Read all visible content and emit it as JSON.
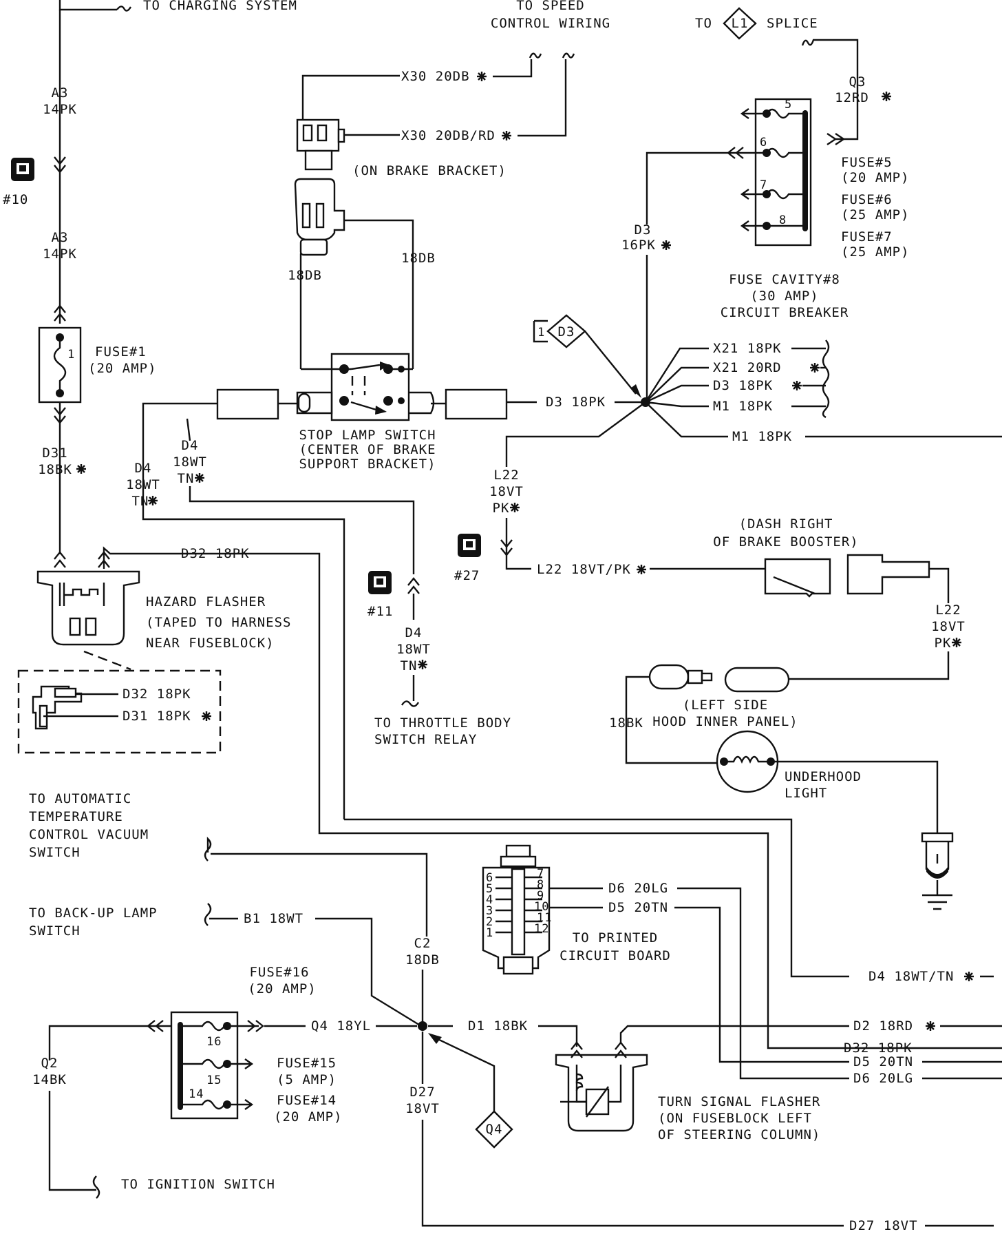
{
  "top": {
    "charging": "TO CHARGING SYSTEM",
    "speed_ctrl_1": "TO SPEED",
    "speed_ctrl_2": "CONTROL WIRING",
    "to_label": "TO",
    "l1_label": "L1",
    "splice_label": "SPLICE"
  },
  "left_column": {
    "a3_top_1": "A3",
    "a3_top_2": "14PK",
    "conn10": "#10",
    "a3_bot_1": "A3",
    "a3_bot_2": "14PK",
    "fuse1_num": "1",
    "fuse1_1": "FUSE#1",
    "fuse1_2": "(20 AMP)",
    "d31_1": "D31",
    "d31_2": "18BK"
  },
  "speed_ctrl": {
    "x30_a": "X30 20DB",
    "x30_b": "X30 20DB/RD",
    "bracket": "(ON BRAKE BRACKET)",
    "w18db_left": "18DB",
    "w18db_right": "18DB"
  },
  "stop_lamp": {
    "label_1": "STOP LAMP SWITCH",
    "label_2": "(CENTER OF BRAKE",
    "label_3": "SUPPORT BRACKET)",
    "d3_wire": "D3 18PK",
    "d4_a1": "D4",
    "d4_a2": "18WT",
    "d4_a3": "TN",
    "d4_b1": "D4",
    "d4_b2": "18WT",
    "d4_b3": "TN"
  },
  "fuse_block": {
    "f5": "5",
    "f6": "6",
    "f7": "7",
    "f8": "8",
    "q3_1": "Q3",
    "q3_2": "12RD",
    "fuse5_1": "FUSE#5",
    "fuse5_2": "(20 AMP)",
    "fuse6_1": "FUSE#6",
    "fuse6_2": "(25 AMP)",
    "fuse7_1": "FUSE#7",
    "fuse7_2": "(25 AMP)",
    "cav8_1": "FUSE CAVITY#8",
    "cav8_2": "(30 AMP)",
    "cav8_3": "CIRCUIT BREAKER",
    "d3_1": "D3",
    "d3_2": "16PK"
  },
  "splice_d3": {
    "ref_num": "1",
    "ref_code": "D3",
    "x21_a": "X21 18PK",
    "x21_b": "X21 20RD",
    "d3_c": "D3 18PK",
    "m1_a": "M1 18PK",
    "m1_b": "M1 18PK",
    "l22_1": "L22",
    "l22_2": "18VT",
    "l22_3": "PK"
  },
  "underhood": {
    "conn27": "#27",
    "l22_wire": "L22 18VT/PK",
    "dash_1": "(DASH RIGHT",
    "dash_2": "OF BRAKE BOOSTER)",
    "l22_r1": "L22",
    "l22_r2": "18VT",
    "l22_r3": "PK",
    "w18bk": "18BK",
    "hood_1": "(LEFT SIDE",
    "hood_2": "HOOD INNER PANEL)",
    "light_1": "UNDERHOOD",
    "light_2": "LIGHT"
  },
  "hazard": {
    "d32_wire": "D32 18PK",
    "label_1": "HAZARD FLASHER",
    "label_2": "(TAPED TO HARNESS",
    "label_3": "NEAR FUSEBLOCK)",
    "inset_d32": "D32 18PK",
    "inset_d31": "D31 18PK"
  },
  "throttle": {
    "conn11": "#11",
    "d4_1": "D4",
    "d4_2": "18WT",
    "d4_3": "TN",
    "label_1": "TO THROTTLE BODY",
    "label_2": "SWITCH RELAY"
  },
  "bottom_left": {
    "atc_1": "TO AUTOMATIC",
    "atc_2": "TEMPERATURE",
    "atc_3": "CONTROL VACUUM",
    "atc_4": "SWITCH",
    "backup_1": "TO BACK-UP LAMP",
    "backup_2": "SWITCH",
    "b1_wire": "B1 18WT",
    "c2_1": "C2",
    "c2_2": "18DB",
    "fuse16_1": "FUSE#16",
    "fuse16_2": "(20 AMP)",
    "f16": "16",
    "f15": "15",
    "f14": "14",
    "fuse15_1": "FUSE#15",
    "fuse15_2": "(5 AMP)",
    "fuse14_1": "FUSE#14",
    "fuse14_2": "(20 AMP)",
    "q4_wire": "Q4 18YL",
    "d1_wire": "D1 18BK",
    "q2_1": "Q2",
    "q2_2": "14BK",
    "d27_1": "D27",
    "d27_2": "18VT",
    "q4_ref": "Q4",
    "ignition": "TO IGNITION SWITCH"
  },
  "pcb": {
    "pins_left": [
      "6",
      "5",
      "4",
      "3",
      "2",
      "1"
    ],
    "pins_right": [
      "7",
      "8",
      "9",
      "10",
      "11",
      "12"
    ],
    "d6_wire": "D6 20LG",
    "d5_wire": "D5 20TN",
    "label_1": "TO PRINTED",
    "label_2": "CIRCUIT BOARD"
  },
  "turn_signal": {
    "label_1": "TURN SIGNAL FLASHER",
    "label_2": "(ON FUSEBLOCK LEFT",
    "label_3": "OF STEERING COLUMN)"
  },
  "right_edge": {
    "d4": "D4 18WT/TN",
    "d2": "D2 18RD",
    "d32": "D32 18PK",
    "d5": "D5 20TN",
    "d6": "D6 20LG",
    "d27": "D27 18VT"
  }
}
